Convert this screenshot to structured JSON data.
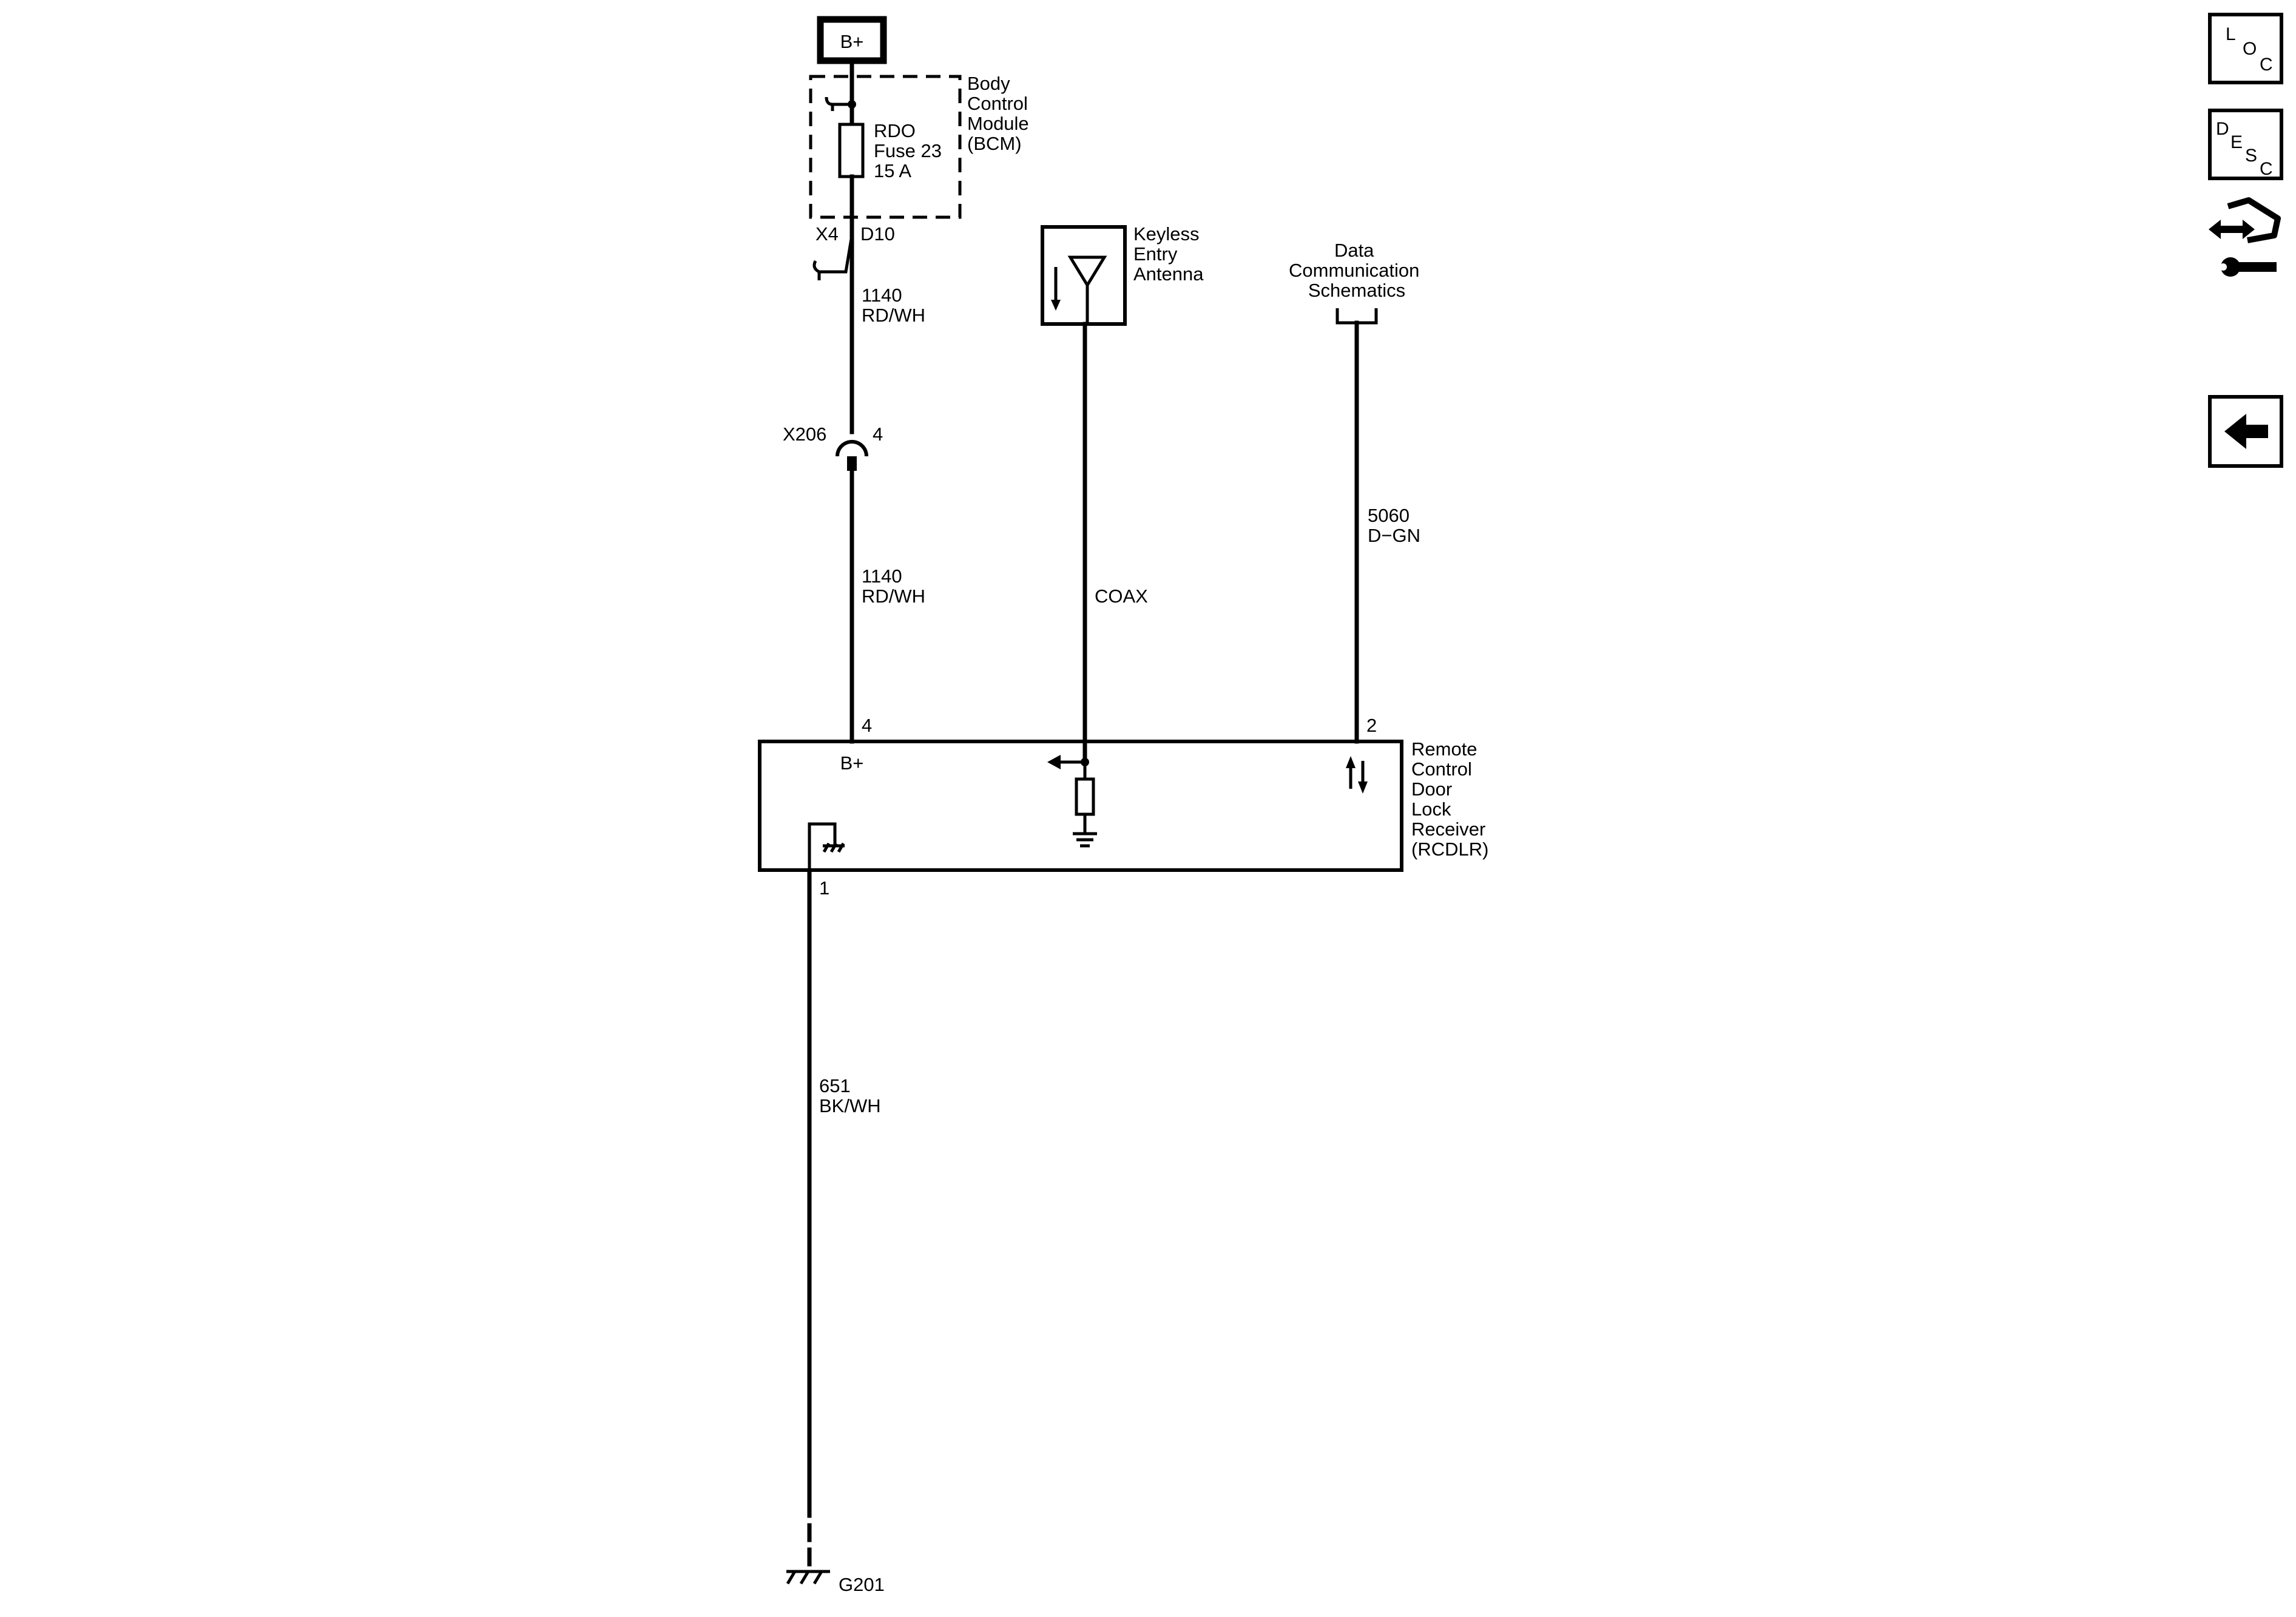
{
  "power": {
    "label": "B+"
  },
  "bcm": {
    "name_lines": [
      "Body",
      "Control",
      "Module",
      "(BCM)"
    ],
    "fuse_lines": [
      "RDO",
      "Fuse 23",
      "15 A"
    ],
    "connector": "X4",
    "pin": "D10"
  },
  "wire_1140_upper": {
    "circuit": "1140",
    "color": "RD/WH"
  },
  "inline_connector": {
    "name": "X206",
    "pin": "4"
  },
  "wire_1140_lower": {
    "circuit": "1140",
    "color": "RD/WH"
  },
  "antenna": {
    "name_lines": [
      "Keyless",
      "Entry",
      "Antenna"
    ],
    "cable": "COAX"
  },
  "data_link": {
    "name_lines": [
      "Data",
      "Communication",
      "Schematics"
    ]
  },
  "wire_5060": {
    "circuit": "5060",
    "color": "D−GN"
  },
  "rcdlr": {
    "name_lines": [
      "Remote",
      "Control",
      "Door",
      "Lock",
      "Receiver",
      "(RCDLR)"
    ],
    "pin_power": "4",
    "power_label": "B+",
    "pin_data": "2",
    "pin_ground": "1"
  },
  "wire_651": {
    "circuit": "651",
    "color": "BK/WH"
  },
  "ground": {
    "name": "G201"
  },
  "nav": {
    "loc": [
      "L",
      "O",
      "C"
    ],
    "desc": [
      "D",
      "E",
      "S",
      "C"
    ],
    "icons": [
      "connector-tool-icon",
      "back-arrow-icon"
    ]
  }
}
